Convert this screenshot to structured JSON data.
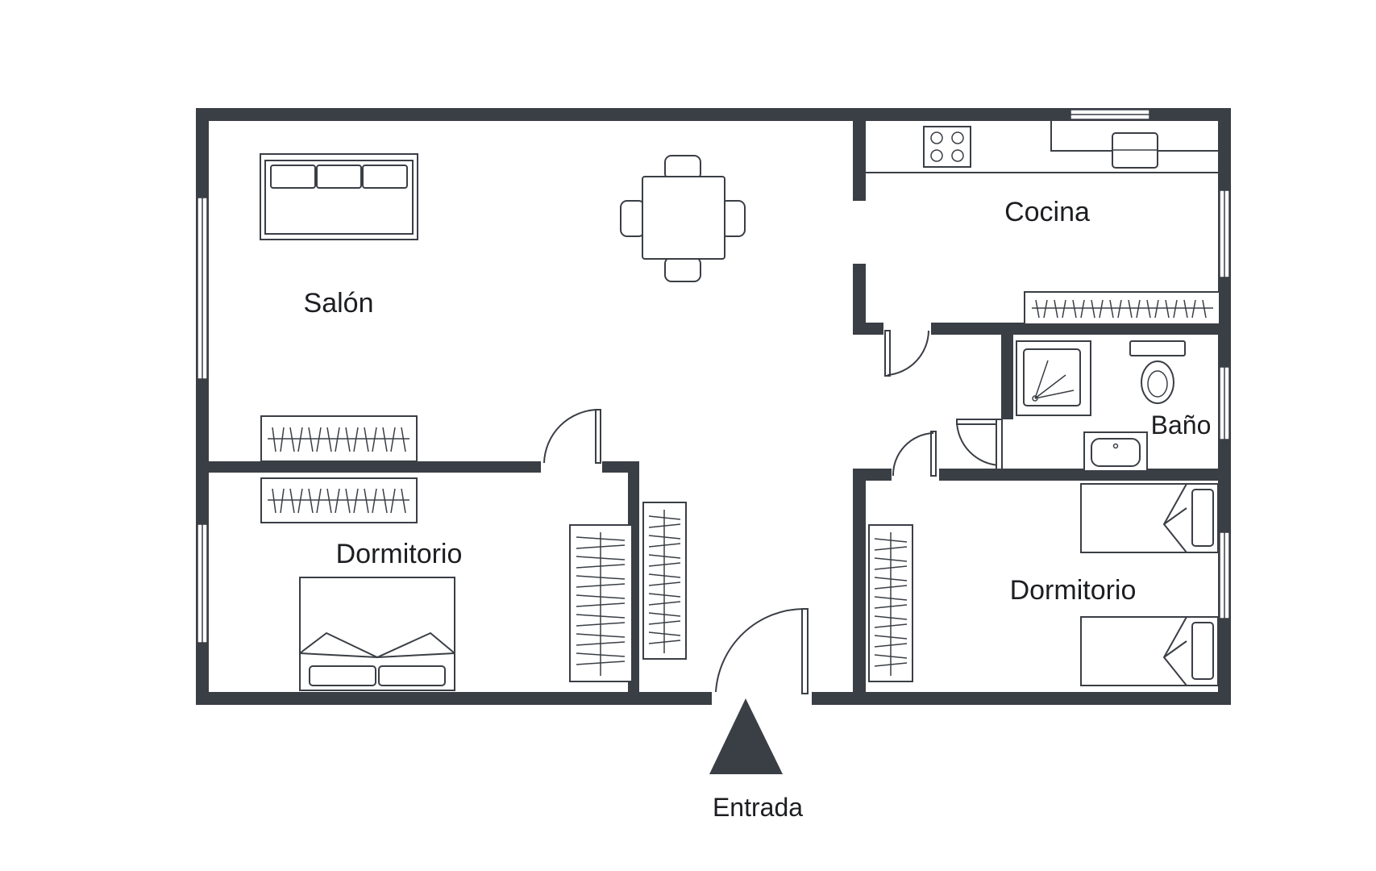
{
  "rooms": {
    "salon": "Salón",
    "cocina": "Cocina",
    "bano": "Baño",
    "dormitorio_left": "Dormitorio",
    "dormitorio_right": "Dormitorio"
  },
  "entrance": {
    "label": "Entrada"
  },
  "colors": {
    "wall": "#3a3e45",
    "background": "#ffffff",
    "text": "#1d1e21"
  }
}
